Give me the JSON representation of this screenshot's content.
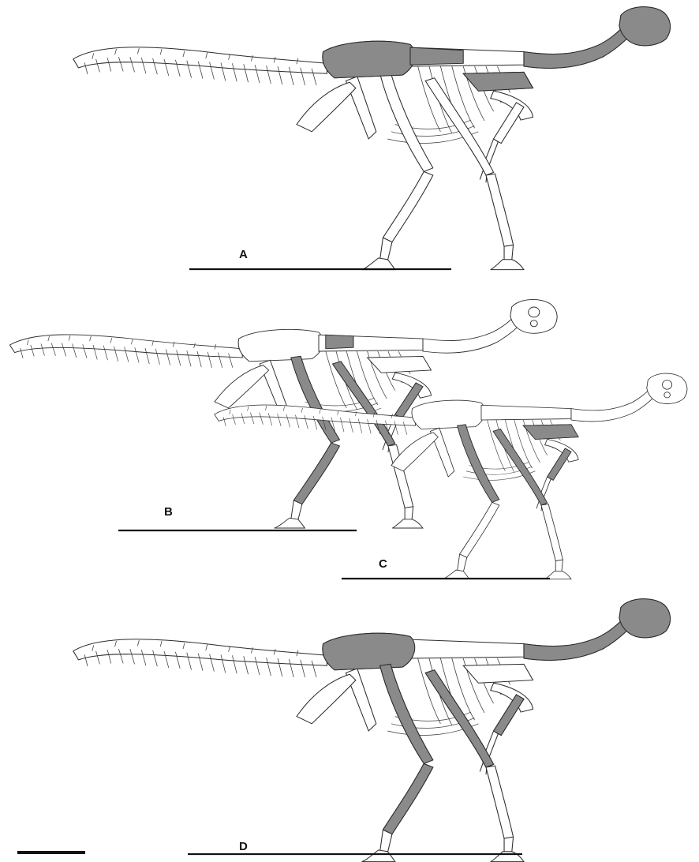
{
  "colors": {
    "background": "#ffffff",
    "bone_fill": "#ffffff",
    "bone_stroke": "#2b2b2b",
    "preserved_shading": "#8a8a8a",
    "ground_line": "#111111"
  },
  "panels": [
    {
      "id": "A",
      "label": "A",
      "preserved": [
        "skull",
        "neck",
        "pelvis",
        "shoulder",
        "dorsal_spines"
      ]
    },
    {
      "id": "B",
      "label": "B",
      "preserved": [
        "femur",
        "tibia",
        "metatarsus",
        "dorsal_vertebrae",
        "forearm"
      ]
    },
    {
      "id": "C",
      "label": "C",
      "preserved": [
        "femur",
        "tibia",
        "forearm",
        "scapula"
      ]
    },
    {
      "id": "D",
      "label": "D",
      "preserved": [
        "skull",
        "neck",
        "pelvis",
        "femur",
        "tibia",
        "metatarsus",
        "forearm"
      ]
    }
  ]
}
